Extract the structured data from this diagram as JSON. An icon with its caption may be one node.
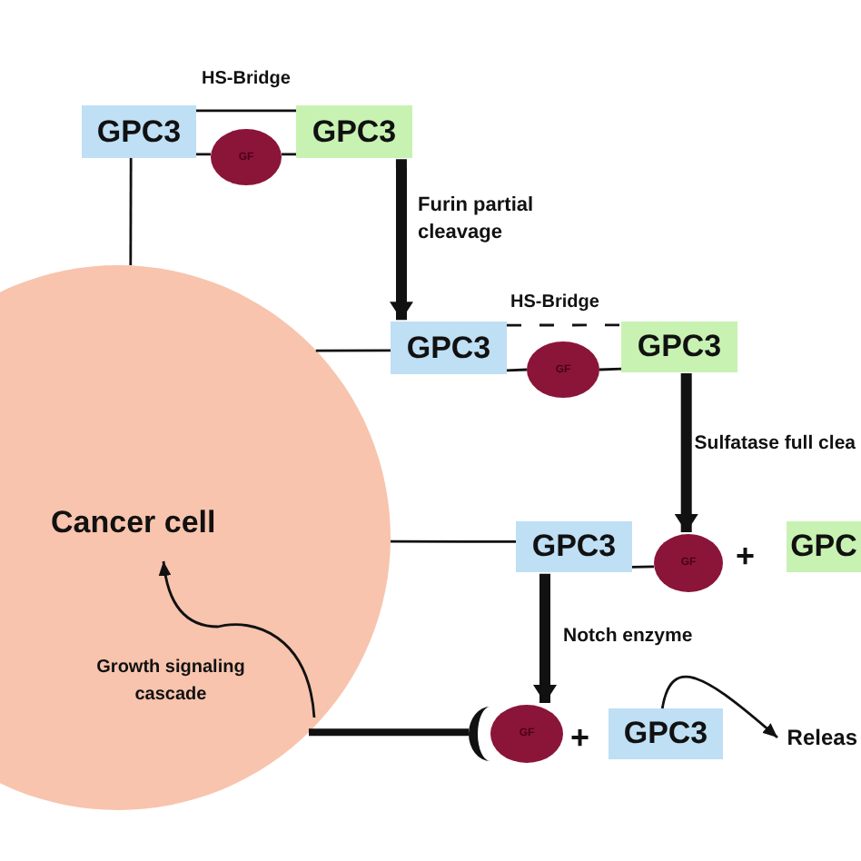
{
  "diagram": {
    "nodes": [
      {
        "text": [
          "Cancer cell"
        ]
      },
      {
        "text": [
          "GPC3"
        ]
      },
      {
        "text": [
          "GF"
        ]
      },
      {
        "text": [
          "GPC3"
        ]
      },
      {
        "text": [
          "GPC3"
        ]
      },
      {
        "text": [
          "GF"
        ]
      },
      {
        "text": [
          "GPC3"
        ]
      },
      {
        "text": [
          "GPC3"
        ]
      },
      {
        "text": [
          "GF"
        ]
      },
      {
        "text": [
          "GPC"
        ]
      },
      {
        "text": [],
        "shape": "crescent"
      },
      {
        "text": [
          "GF"
        ]
      },
      {
        "text": [
          "GPC3"
        ]
      },
      {
        "text": [
          "Releas"
        ]
      }
    ],
    "edges": [
      {
        "from": 1,
        "to": 3,
        "arrow": "none",
        "label": "HS-Bridge"
      },
      {
        "from": 1,
        "to": 2,
        "arrow": "none"
      },
      {
        "from": 2,
        "to": 3,
        "arrow": "none"
      },
      {
        "from": 1,
        "to": 0,
        "arrow": "none"
      },
      {
        "from": 3,
        "to": 4,
        "arrow": "to",
        "style": "thick",
        "label": "Furin partial cleavage"
      },
      {
        "from": 4,
        "to": 0,
        "arrow": "none"
      },
      {
        "from": 4,
        "to": 6,
        "arrow": "none",
        "style": "dashed",
        "label": "HS-Bridge"
      },
      {
        "from": 4,
        "to": 5,
        "arrow": "none"
      },
      {
        "from": 5,
        "to": 6,
        "arrow": "none"
      },
      {
        "from": 6,
        "to": 8,
        "arrow": "to",
        "style": "thick",
        "label": "Sulfatase full clea"
      },
      {
        "from": 7,
        "to": 0,
        "arrow": "none"
      },
      {
        "from": 7,
        "to": 8,
        "arrow": "none"
      },
      {
        "from": 7,
        "to": 11,
        "arrow": "to",
        "style": "thick",
        "label": "Notch enzyme"
      },
      {
        "from": 10,
        "to": 0,
        "arrow": "none",
        "style": "thick"
      },
      {
        "from": 12,
        "to": 13,
        "arrow": "to"
      }
    ],
    "labels": [
      "+",
      "Growth signaling cascade",
      "+"
    ]
  }
}
